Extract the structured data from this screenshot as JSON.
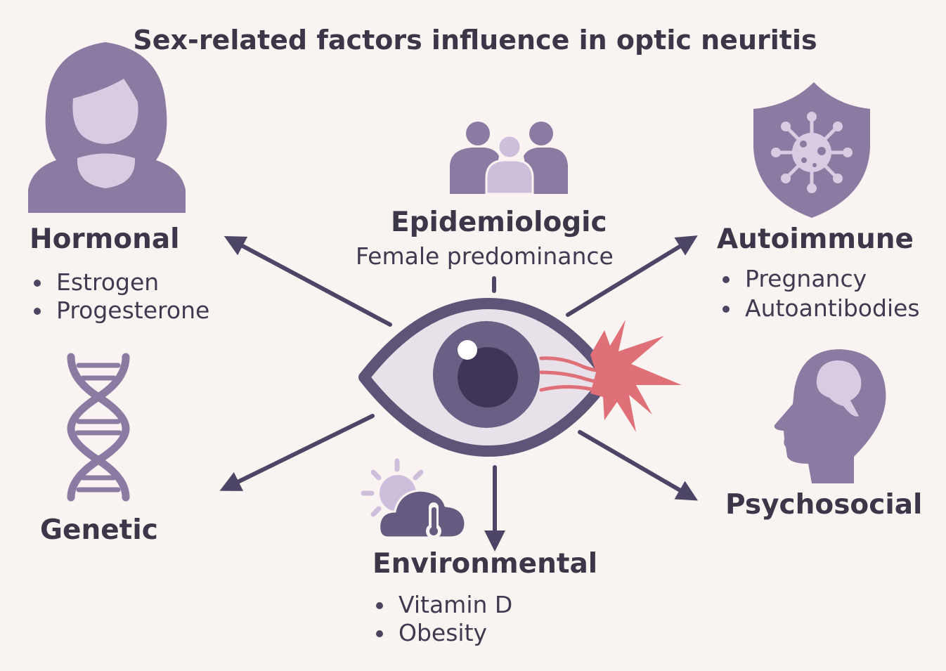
{
  "title": "Sex-related factors influence in optic neuritis",
  "colors": {
    "background": "#f9f4f1",
    "icon_purple": "#8b7ba3",
    "icon_light": "#d7cce2",
    "eye_dark": "#5e5478",
    "eye_pupil": "#3f3556",
    "nerve_red": "#e07078",
    "arrow": "#4c4565"
  },
  "center": {
    "icon": "eye-with-inflamed-optic-nerve-icon"
  },
  "factors": {
    "epidemiologic": {
      "heading": "Epidemiologic",
      "subtitle": "Female predominance",
      "icon": "people-group-icon"
    },
    "hormonal": {
      "heading": "Hormonal",
      "items": [
        "Estrogen",
        "Progesterone"
      ],
      "icon": "woman-avatar-icon"
    },
    "autoimmune": {
      "heading": "Autoimmune",
      "items": [
        "Pregnancy",
        "Autoantibodies"
      ],
      "icon": "shield-virus-icon"
    },
    "genetic": {
      "heading": "Genetic",
      "icon": "dna-icon"
    },
    "environmental": {
      "heading": "Environmental",
      "items": [
        "Vitamin D",
        "Obesity"
      ],
      "icon": "weather-thermometer-icon"
    },
    "psychosocial": {
      "heading": "Psychosocial",
      "icon": "head-brain-icon"
    }
  }
}
